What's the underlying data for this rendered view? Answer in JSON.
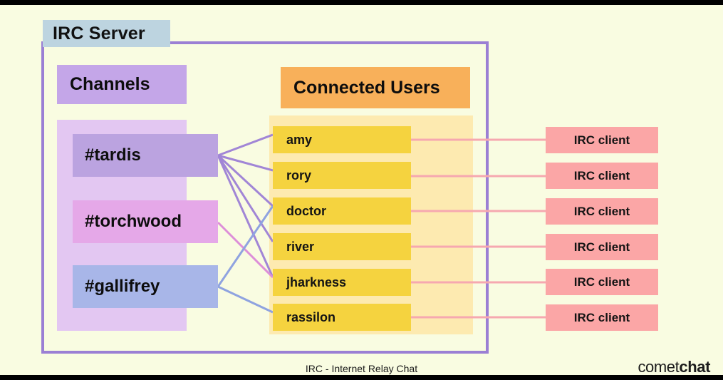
{
  "diagram": {
    "caption": "IRC - Internet Relay Chat",
    "server": {
      "label": "IRC Server"
    },
    "channels": {
      "header": "Channels",
      "items": [
        {
          "label": "#tardis",
          "color": "#bba3e0",
          "line_color": "#a186d6"
        },
        {
          "label": "#torchwood",
          "color": "#e5a8e8",
          "line_color": "#dd8fd8"
        },
        {
          "label": "#gallifrey",
          "color": "#a8b6e8",
          "line_color": "#8fa3e0"
        }
      ]
    },
    "users": {
      "header": "Connected Users",
      "items": [
        {
          "label": "amy"
        },
        {
          "label": "rory"
        },
        {
          "label": "doctor"
        },
        {
          "label": "river"
        },
        {
          "label": "jharkness"
        },
        {
          "label": "rassilon"
        }
      ]
    },
    "clients": {
      "items": [
        {
          "label": "IRC client"
        },
        {
          "label": "IRC client"
        },
        {
          "label": "IRC client"
        },
        {
          "label": "IRC client"
        },
        {
          "label": "IRC client"
        },
        {
          "label": "IRC client"
        }
      ]
    },
    "memberships": [
      {
        "channel": "#tardis",
        "users": [
          "amy",
          "rory",
          "doctor",
          "river",
          "jharkness"
        ]
      },
      {
        "channel": "#torchwood",
        "users": [
          "jharkness"
        ]
      },
      {
        "channel": "#gallifrey",
        "users": [
          "doctor",
          "rassilon"
        ]
      }
    ],
    "client_links": [
      {
        "user": "amy",
        "client_index": 0
      },
      {
        "user": "rory",
        "client_index": 1
      },
      {
        "user": "doctor",
        "client_index": 2
      },
      {
        "user": "river",
        "client_index": 3
      },
      {
        "user": "jharkness",
        "client_index": 4
      },
      {
        "user": "rassilon",
        "client_index": 5
      }
    ],
    "colors": {
      "background": "#f9fce1",
      "server_border": "#9b7fd4",
      "server_label_bg": "#bdd4e0",
      "channels_header_bg": "#c4a6e8",
      "channels_panel_bg": "#e3c7f2",
      "users_header_bg": "#f8b05a",
      "users_panel_bg": "#fdeab0",
      "user_box_bg": "#f5d33f",
      "client_box_bg": "#fba6a6",
      "client_line": "#f6a8b0"
    },
    "logo": {
      "light": "comet",
      "bold": "chat"
    }
  }
}
